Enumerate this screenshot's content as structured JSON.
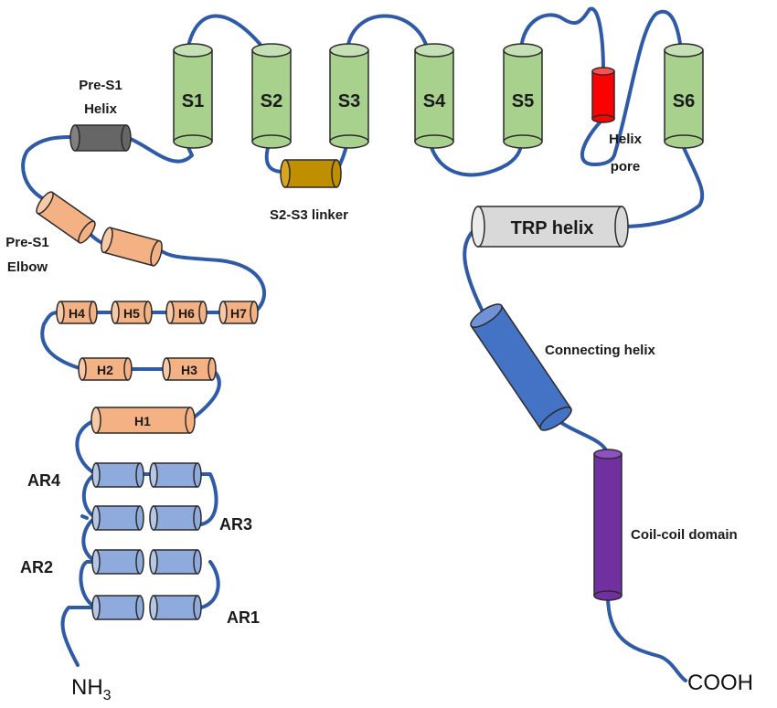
{
  "colors": {
    "chain": "#2e5aa8",
    "transmembrane": "#a9d18e",
    "pore_helix": "#ff0000",
    "pre_s1_helix": "#666666",
    "s2_s3_linker": "#bf8f00",
    "pre_s1_elbow": "#f4b183",
    "ankyrin_helix": "#f4b183",
    "ankyrin_repeat": "#8faadc",
    "trp_helix": "#d9d9d9",
    "connecting_helix": "#4472c4",
    "coil_coil": "#7030a0"
  },
  "segments": {
    "s1": "S1",
    "s2": "S2",
    "s3": "S3",
    "s4": "S4",
    "s5": "S5",
    "s6": "S6",
    "h1": "H1",
    "h2": "H2",
    "h3": "H3",
    "h4": "H4",
    "h5": "H5",
    "h6": "H6",
    "h7": "H7",
    "trp": "TRP helix"
  },
  "labels": {
    "pre_s1_helix": [
      "Pre-S1",
      "Helix"
    ],
    "pre_s1_elbow": [
      "Pre-S1",
      "Elbow"
    ],
    "s2_s3_linker": "S2-S3 linker",
    "helix_pore": [
      "Helix",
      "pore"
    ],
    "connecting_helix": "Connecting helix",
    "coil_coil": "Coil-coil domain",
    "ar1": "AR1",
    "ar2": "AR2",
    "ar3": "AR3",
    "ar4": "AR4"
  },
  "termini": {
    "n_main": "NH",
    "n_sub": "3",
    "c": "COOH"
  }
}
